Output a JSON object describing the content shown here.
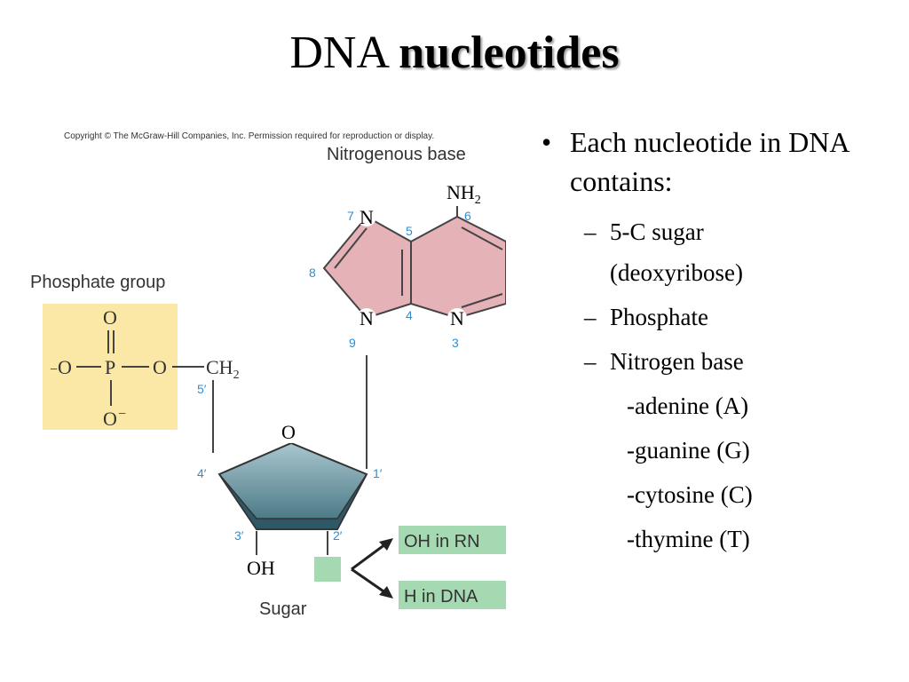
{
  "title": {
    "part1": "DNA",
    "part2": "nucleotides"
  },
  "figure": {
    "copyright": "Copyright © The McGraw-Hill Companies, Inc. Permission required for reproduction or display.",
    "nitrogenous_base_label": "Nitrogenous base",
    "phosphate_group_label": "Phosphate group",
    "sugar_label": "Sugar",
    "nh2": "NH",
    "nh2_sub": "2",
    "atom_n": "N",
    "atom_o": "O",
    "atom_p": "P",
    "oh": "OH",
    "ch2": "CH",
    "ch2_sub": "2",
    "minus": "−",
    "ring_numbers": {
      "n7": "7",
      "n6": "6",
      "n5": "5",
      "n8": "8",
      "n4": "4",
      "n9": "9",
      "n3": "3"
    },
    "sugar_numbers": {
      "c5": "5′",
      "c4": "4′",
      "c1": "1′",
      "c3": "3′",
      "c2": "2′"
    },
    "option_oh": "OH in RN",
    "option_h": "H in DNA",
    "colors": {
      "base_fill": "#e5b2b8",
      "phosphate_fill": "#fbe8a6",
      "sugar_fill": "#5e8c9a",
      "option_fill": "#a5d9b2",
      "number_blue": "#2c8fd8"
    }
  },
  "bullets": {
    "main": "Each nucleotide in DNA contains:",
    "dash": "–",
    "items": [
      {
        "line1": "5-C sugar",
        "line2": "(deoxyribose)"
      },
      {
        "line1": "Phosphate"
      },
      {
        "line1": "Nitrogen base"
      }
    ],
    "bases": [
      "-adenine (A)",
      "-guanine (G)",
      "-cytosine (C)",
      "-thymine (T)"
    ]
  }
}
